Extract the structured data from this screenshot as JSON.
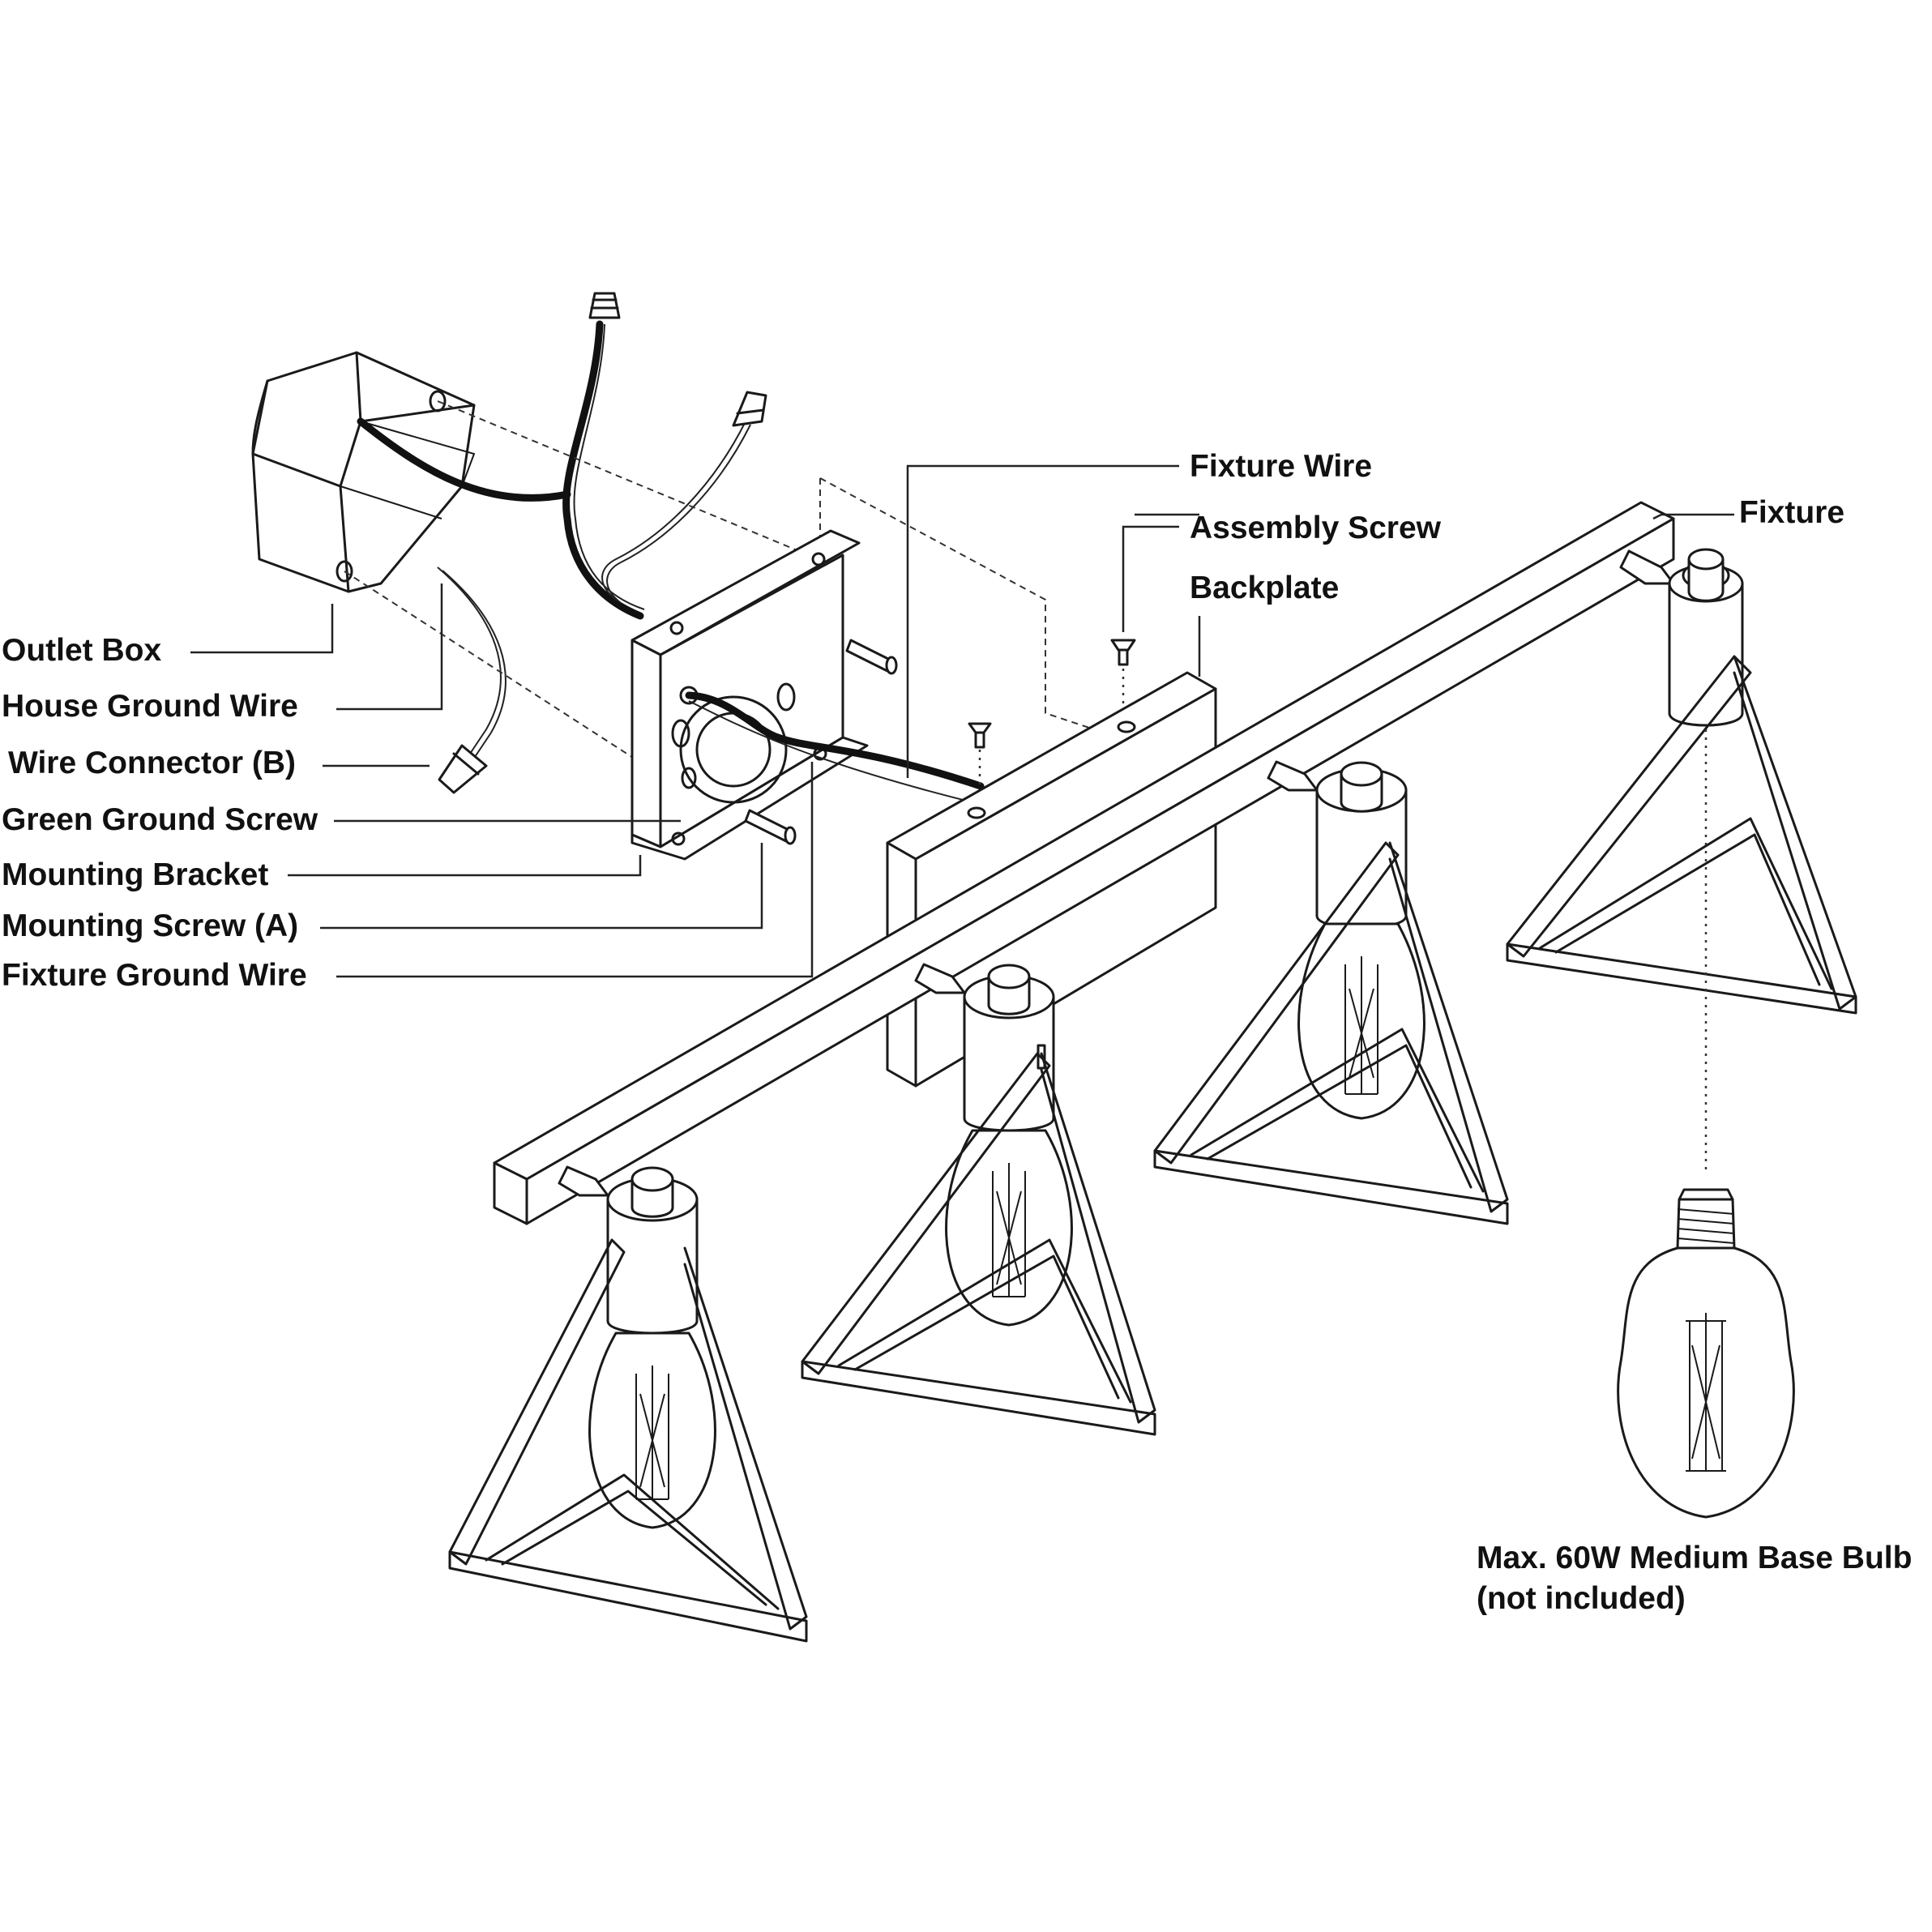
{
  "labels": {
    "outlet_box": "Outlet Box",
    "house_ground_wire": "House Ground Wire",
    "wire_connector": "Wire Connector (B)",
    "green_ground_screw": "Green Ground Screw",
    "mounting_bracket": "Mounting Bracket",
    "mounting_screw": "Mounting Screw (A)",
    "fixture_ground_wire": "Fixture Ground Wire",
    "fixture_wire": "Fixture Wire",
    "assembly_screw": "Assembly Screw",
    "backplate": "Backplate",
    "fixture": "Fixture"
  },
  "bulb_note": {
    "line1": "Max. 60W Medium Base Bulb",
    "line2": "(not included)"
  }
}
